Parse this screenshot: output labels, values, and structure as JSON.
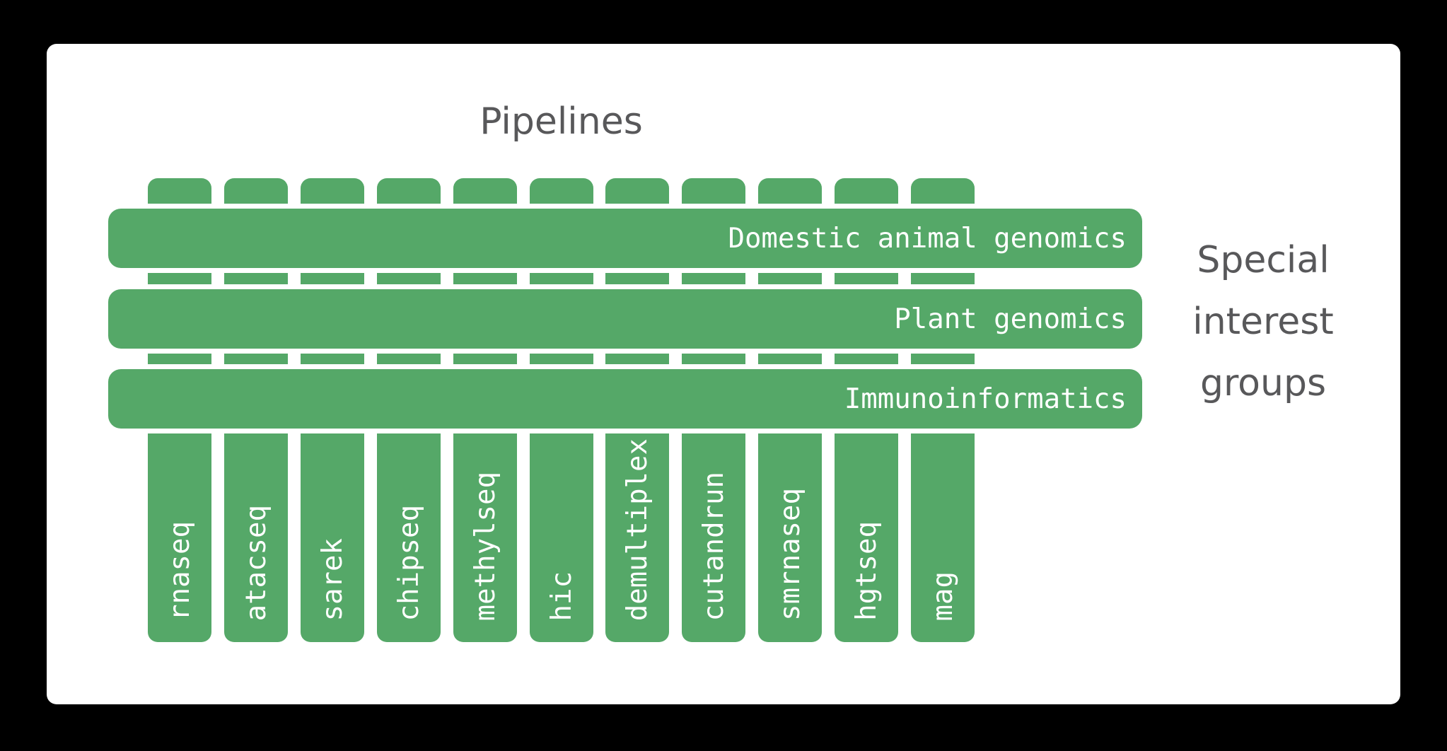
{
  "title": "Pipelines",
  "sig_title_lines": [
    "Special",
    "interest",
    "groups"
  ],
  "pipelines": [
    "rnaseq",
    "atacseq",
    "sarek",
    "chipseq",
    "methylseq",
    "hic",
    "demultiplex",
    "cutandrun",
    "smrnaseq",
    "hgtseq",
    "mag"
  ],
  "special_interest_groups": [
    "Domestic animal genomics",
    "Plant genomics",
    "Immunoinformatics"
  ],
  "colors": {
    "background": "#000000",
    "card": "#ffffff",
    "bar_green": "#55a868",
    "text_gray": "#58585a",
    "bar_text": "#ffffff"
  }
}
